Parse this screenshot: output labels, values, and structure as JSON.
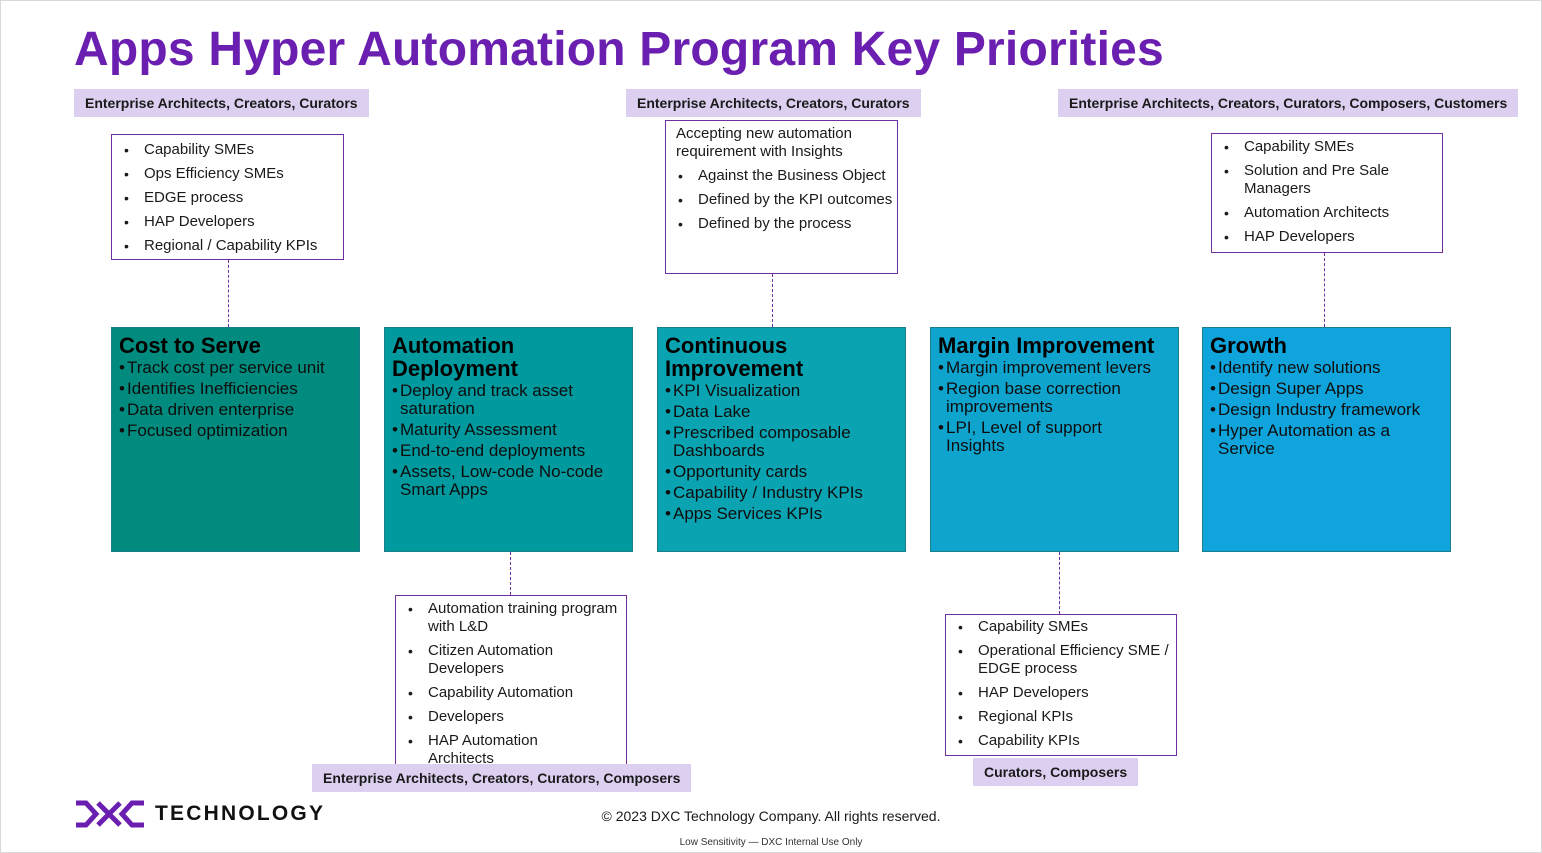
{
  "title": "Apps Hyper Automation Program Key Priorities",
  "colors": {
    "title": "#6a1fb0",
    "tag_bg": "#dccff0",
    "border": "#7030a0"
  },
  "tags": {
    "top_left": "Enterprise Architects, Creators, Curators",
    "top_center": "Enterprise Architects, Creators, Curators",
    "top_right": "Enterprise Architects, Creators, Curators, Composers, Customers",
    "bottom_left": "Enterprise Architects, Creators, Curators, Composers",
    "bottom_right": "Curators, Composers"
  },
  "boxes": {
    "top_left": [
      "Capability SMEs",
      "Ops Efficiency SMEs",
      "EDGE process",
      "HAP Developers",
      "Regional / Capability KPIs"
    ],
    "top_center": {
      "lead": "Accepting new automation requirement with Insights",
      "items": [
        "Against the Business Object",
        "Defined by the KPI outcomes",
        "Defined by the process"
      ]
    },
    "top_right": [
      "Capability SMEs",
      "Solution and Pre Sale Managers",
      "Automation Architects",
      "HAP Developers"
    ],
    "bottom_left": [
      "Automation training program with L&D",
      "Citizen Automation Developers",
      "Capability Automation",
      "Developers",
      "HAP Automation Architects"
    ],
    "bottom_right": [
      "Capability SMEs",
      "Operational Efficiency SME / EDGE process",
      "HAP Developers",
      "Regional KPIs",
      "Capability KPIs"
    ]
  },
  "cards": [
    {
      "title": "Cost to Serve",
      "color": "#008b7e",
      "items": [
        "Track cost per service unit",
        "Identifies Inefficiencies",
        "Data driven enterprise",
        "Focused optimization"
      ]
    },
    {
      "title": "Automation Deployment",
      "color": "#00999e",
      "items": [
        "Deploy and track asset saturation",
        "Maturity Assessment",
        "End-to-end deployments",
        "Assets, Low-code No-code Smart Apps"
      ]
    },
    {
      "title": "Continuous Improvement",
      "color": "#0aa3b1",
      "items": [
        "KPI Visualization",
        "Data Lake",
        "Prescribed composable Dashboards",
        "Opportunity cards",
        "Capability / Industry KPIs",
        "Apps Services KPIs"
      ]
    },
    {
      "title": "Margin Improvement",
      "color": "#0fa4cd",
      "items": [
        "Margin improvement levers",
        "Region base correction improvements",
        "LPI, Level of support Insights"
      ]
    },
    {
      "title": "Growth",
      "color": "#10a4dc",
      "items": [
        "Identify new solutions",
        "Design Super Apps",
        "Design Industry framework",
        "Hyper Automation as a Service"
      ]
    }
  ],
  "logo_text": "TECHNOLOGY",
  "footer": "© 2023 DXC Technology Company. All rights reserved.",
  "sensitivity": "Low Sensitivity — DXC Internal Use Only"
}
